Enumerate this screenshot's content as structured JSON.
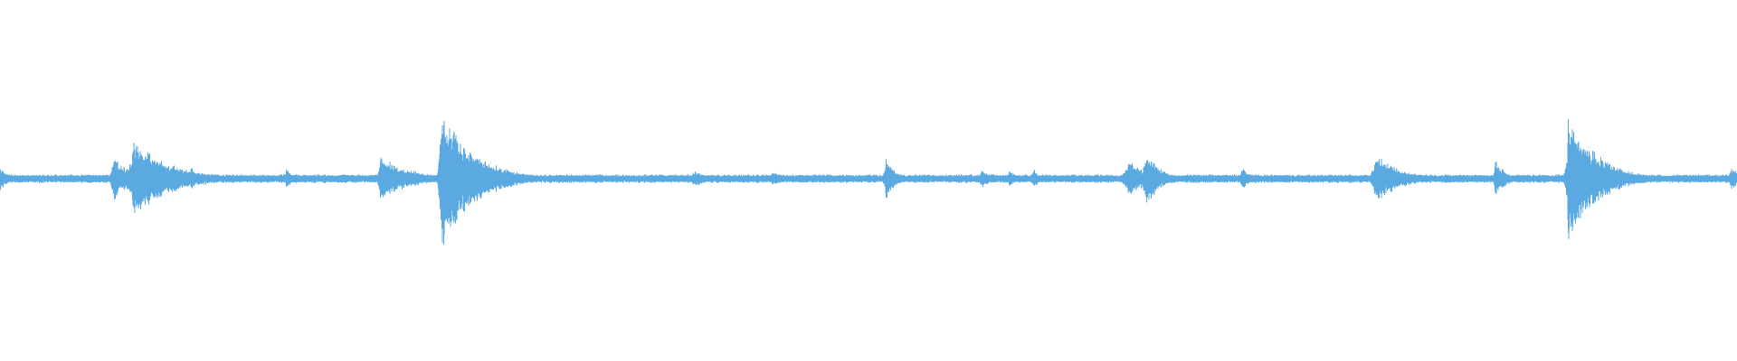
{
  "waveform": {
    "color": "#5aa9e0",
    "background": "#ffffff",
    "baseline_amplitude": 0.025,
    "bursts": [
      {
        "t": 0.0,
        "amp": 0.08,
        "decay": 0.004,
        "attack": 0.001
      },
      {
        "t": 0.065,
        "amp": 0.13,
        "decay": 0.01,
        "attack": 0.001
      },
      {
        "t": 0.077,
        "amp": 0.22,
        "decay": 0.022,
        "attack": 0.003
      },
      {
        "t": 0.11,
        "amp": 0.07,
        "decay": 0.004,
        "attack": 0.001
      },
      {
        "t": 0.165,
        "amp": 0.06,
        "decay": 0.004,
        "attack": 0.001
      },
      {
        "t": 0.219,
        "amp": 0.13,
        "decay": 0.018,
        "attack": 0.001
      },
      {
        "t": 0.254,
        "amp": 0.43,
        "decay": 0.018,
        "attack": 0.001
      },
      {
        "t": 0.29,
        "amp": 0.07,
        "decay": 0.01,
        "attack": 0.002
      },
      {
        "t": 0.4,
        "amp": 0.05,
        "decay": 0.008,
        "attack": 0.003
      },
      {
        "t": 0.445,
        "amp": 0.04,
        "decay": 0.008,
        "attack": 0.003
      },
      {
        "t": 0.51,
        "amp": 0.13,
        "decay": 0.005,
        "attack": 0.001
      },
      {
        "t": 0.565,
        "amp": 0.06,
        "decay": 0.006,
        "attack": 0.001
      },
      {
        "t": 0.581,
        "amp": 0.06,
        "decay": 0.004,
        "attack": 0.001
      },
      {
        "t": 0.595,
        "amp": 0.06,
        "decay": 0.004,
        "attack": 0.001
      },
      {
        "t": 0.65,
        "amp": 0.11,
        "decay": 0.01,
        "attack": 0.003
      },
      {
        "t": 0.66,
        "amp": 0.16,
        "decay": 0.008,
        "attack": 0.002
      },
      {
        "t": 0.715,
        "amp": 0.07,
        "decay": 0.005,
        "attack": 0.001
      },
      {
        "t": 0.792,
        "amp": 0.14,
        "decay": 0.015,
        "attack": 0.002
      },
      {
        "t": 0.861,
        "amp": 0.11,
        "decay": 0.006,
        "attack": 0.001
      },
      {
        "t": 0.903,
        "amp": 0.4,
        "decay": 0.016,
        "attack": 0.001
      },
      {
        "t": 0.928,
        "amp": 0.07,
        "decay": 0.006,
        "attack": 0.001
      },
      {
        "t": 0.997,
        "amp": 0.07,
        "decay": 0.008,
        "attack": 0.002
      }
    ]
  }
}
